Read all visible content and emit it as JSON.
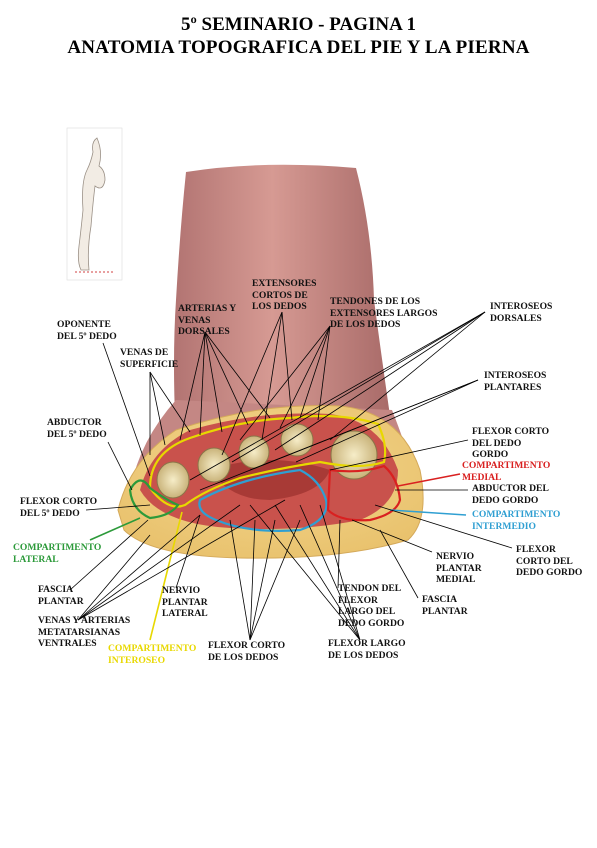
{
  "header": {
    "title_line1": "5º SEMINARIO - PAGINA 1",
    "title_line2": "ANATOMIA TOPOGRAFICA DEL PIE Y LA PIERNA"
  },
  "colors": {
    "lateral": "#2c9a3a",
    "medial": "#d92020",
    "intermedio": "#2f9fd2",
    "interoseo": "#e8d800"
  },
  "labels": {
    "oponente": "OPONENTE\nDEL 5º DEDO",
    "venas_superficie": "VENAS DE\nSUPERFICIE",
    "arterias_venas_dorsales": "ARTERIAS Y\nVENAS\nDORSALES",
    "extensores_cortos": "EXTENSORES\nCORTOS DE\nLOS DEDOS",
    "tendones_extensores": "TENDONES DE LOS\nEXTENSORES LARGOS\nDE LOS DEDOS",
    "interoseos_dorsales": "INTEROSEOS\nDORSALES",
    "interoseos_plantares": "INTEROSEOS\nPLANTARES",
    "abductor_5": "ABDUCTOR\nDEL 5º DEDO",
    "flexor_corto_gordo_top": "FLEXOR CORTO\nDEL DEDO\nGORDO",
    "compartimento_medial": "COMPARTIMENTO\nMEDIAL",
    "abductor_gordo": "ABDUCTOR DEL\nDEDO GORDO",
    "flexor_corto_5": "FLEXOR CORTO\nDEL 5º DEDO",
    "compartimento_intermedio": "COMPARTIMENTO\nINTERMEDIO",
    "compartimento_lateral": "COMPARTIMENTO\nLATERAL",
    "nervio_plantar_medial": "NERVIO\nPLANTAR\nMEDIAL",
    "flexor_corto_gordo_bottom": "FLEXOR\nCORTO DEL\nDEDO GORDO",
    "fascia_plantar_left": "FASCIA\nPLANTAR",
    "tendon_flexor_largo": "TENDON DEL\nFLEXOR\nLARGO DEL\nDEDO GORDO",
    "fascia_plantar_right": "FASCIA\nPLANTAR",
    "venas_arterias_metatarsianas": "VENAS Y ARTERIAS\nMETATARSIANAS\nVENTRALES",
    "nervio_plantar_lateral": "NERVIO\nPLANTAR\nLATERAL",
    "compartimento_interoseo": "COMPARTIMENTO\nINTEROSEO",
    "flexor_corto_dedos": "FLEXOR CORTO\nDE LOS DEDOS",
    "flexor_largo_dedos": "FLEXOR LARGO\nDE LOS DEDOS"
  }
}
